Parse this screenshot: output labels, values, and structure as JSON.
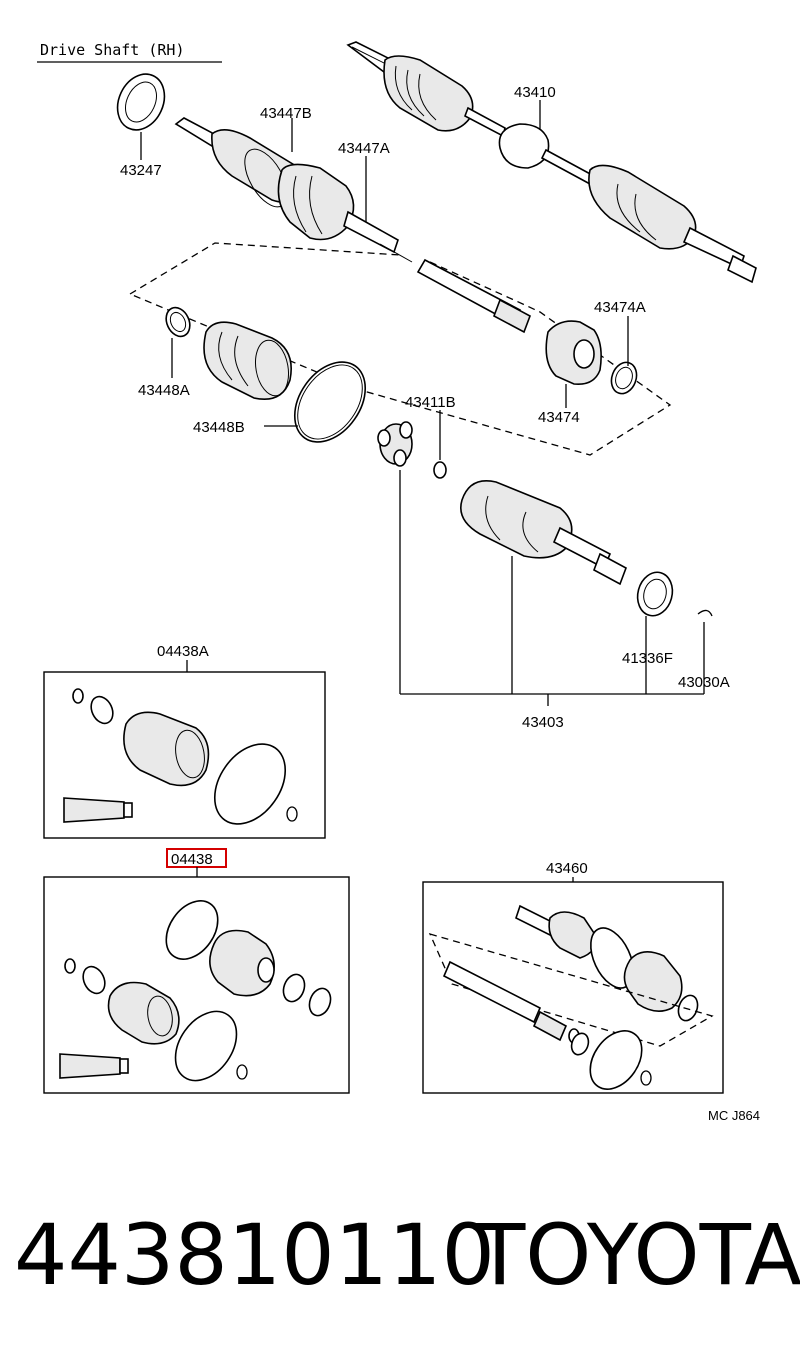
{
  "diagram": {
    "title": "Drive Shaft (RH)",
    "footer_code": "MC J864",
    "highlight_color": "#d40000",
    "labels": {
      "p43247": "43247",
      "p43447B": "43447B",
      "p43447A": "43447A",
      "p43410": "43410",
      "p43448A": "43448A",
      "p43448B": "43448B",
      "p43411B": "43411B",
      "p43474A": "43474A",
      "p43474": "43474",
      "p41336F": "41336F",
      "p43030A": "43030A",
      "p43403": "43403",
      "p04438A": "04438A",
      "p04438": "04438",
      "p43460": "43460"
    }
  },
  "caption": {
    "part_number": "443810110",
    "brand": "TOYOTA"
  }
}
